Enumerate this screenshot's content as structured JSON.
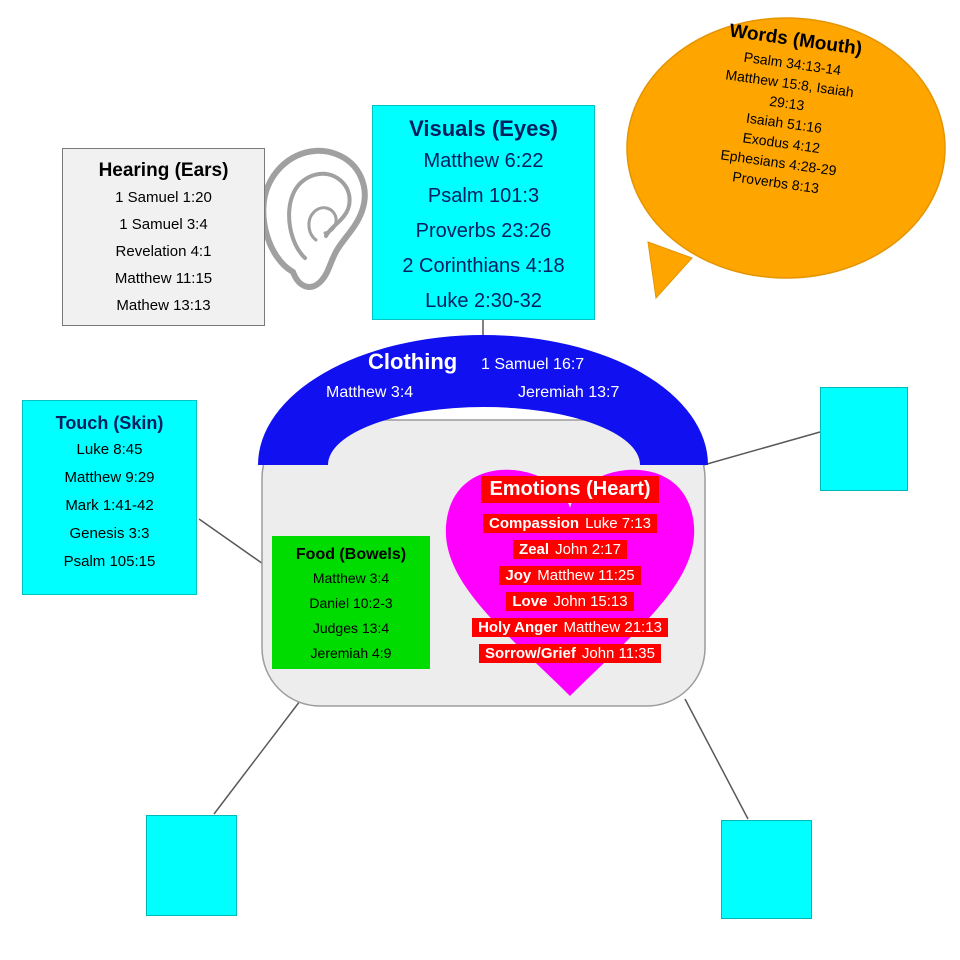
{
  "hearing": {
    "title": "Hearing (Ears)",
    "verses": [
      "1 Samuel 1:20",
      "1 Samuel 3:4",
      "Revelation 4:1",
      "Matthew 11:15",
      "Mathew 13:13"
    ]
  },
  "visuals": {
    "title": "Visuals (Eyes)",
    "verses": [
      "Matthew 6:22",
      "Psalm 101:3",
      "Proverbs 23:26",
      "2 Corinthians 4:18",
      "Luke 2:30-32"
    ]
  },
  "words": {
    "title": "Words (Mouth)",
    "verses": [
      "Psalm 34:13-14",
      "Matthew 15:8, Isaiah",
      "29:13",
      "Isaiah 51:16",
      "Exodus 4:12",
      "Ephesians 4:28-29",
      "Proverbs 8:13"
    ]
  },
  "clothing": {
    "title": "Clothing",
    "verse_top_right": "1 Samuel 16:7",
    "verse_bottom_left": "Matthew 3:4",
    "verse_bottom_right": "Jeremiah 13:7"
  },
  "touch": {
    "title": "Touch (Skin)",
    "verses": [
      "Luke 8:45",
      "Matthew 9:29",
      "Mark 1:41-42",
      "Genesis 3:3",
      "Psalm 105:15"
    ]
  },
  "food": {
    "title": "Food (Bowels)",
    "verses": [
      "Matthew 3:4",
      "Daniel 10:2-3",
      "Judges 13:4",
      "Jeremiah 4:9"
    ]
  },
  "emotions": {
    "title": "Emotions (Heart)",
    "items": [
      {
        "label": "Compassion",
        "verse": "Luke 7:13"
      },
      {
        "label": "Zeal",
        "verse": "John 2:17"
      },
      {
        "label": "Joy",
        "verse": "Matthew 11:25"
      },
      {
        "label": "Love",
        "verse": "John 15:13"
      },
      {
        "label": "Holy Anger",
        "verse": "Matthew 21:13"
      },
      {
        "label": "Sorrow/Grief",
        "verse": "John 11:35"
      }
    ]
  },
  "colors": {
    "cyan": "#00FFFF",
    "orange": "#FFA500",
    "blue": "#1010F0",
    "green": "#00DB00",
    "magenta": "#FF00FF",
    "red": "#FE0000",
    "body_gray": "#EDEDED",
    "hearing_gray": "#F1F1F1",
    "navy_text": "#002060"
  }
}
